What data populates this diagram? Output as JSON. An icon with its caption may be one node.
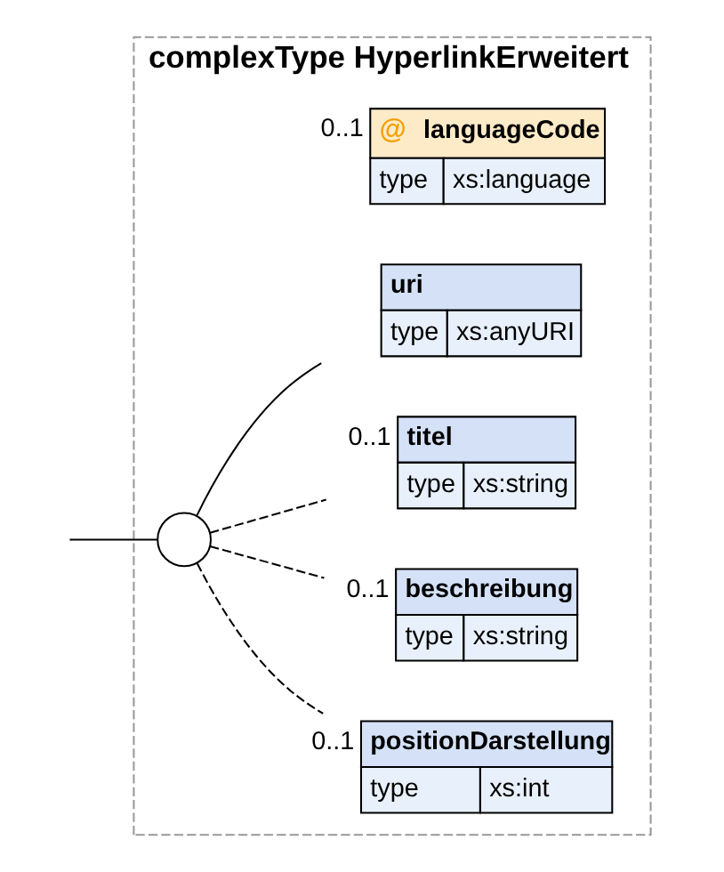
{
  "diagram": {
    "nodes": [
      {
        "text": [
          "complexType HyperlinkErweitert"
        ]
      },
      {
        "text": [
          "@",
          "languageCode",
          "type",
          "xs:language"
        ],
        "beside": [
          "0..1"
        ],
        "in": 0
      },
      {
        "text": [],
        "shape": "circle",
        "in": 0
      },
      {
        "text": [
          "uri",
          "type",
          "xs:anyURI"
        ],
        "in": 0
      },
      {
        "text": [
          "titel",
          "type",
          "xs:string"
        ],
        "beside": [
          "0..1"
        ],
        "in": 0
      },
      {
        "text": [
          "beschreibung",
          "type",
          "xs:string"
        ],
        "beside": [
          "0..1"
        ],
        "in": 0
      },
      {
        "text": [
          "positionDarstellung",
          "type",
          "xs:int"
        ],
        "beside": [
          "0..1"
        ],
        "in": 0
      }
    ],
    "edges": [
      {
        "from": null,
        "to": 2,
        "arrow": "none"
      },
      {
        "from": 2,
        "to": 3,
        "arrow": "none"
      },
      {
        "from": 2,
        "to": 4,
        "arrow": "none",
        "style": "dashed"
      },
      {
        "from": 2,
        "to": 5,
        "arrow": "none",
        "style": "dashed"
      },
      {
        "from": 2,
        "to": 6,
        "arrow": "none",
        "style": "dashed"
      }
    ]
  }
}
